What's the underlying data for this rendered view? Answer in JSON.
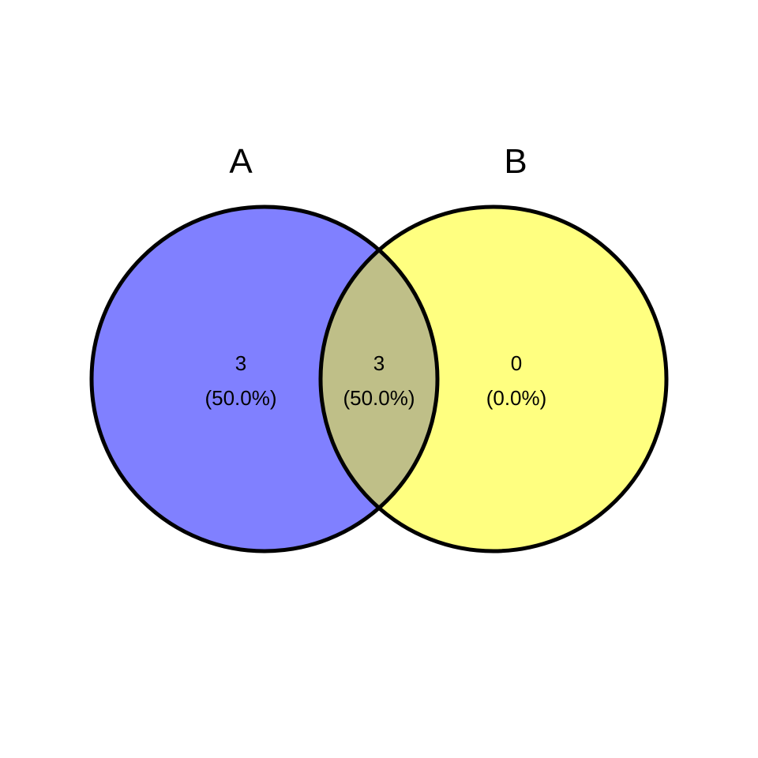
{
  "sets": [
    {
      "label": "A",
      "color": "#8080ff"
    },
    {
      "label": "B",
      "color": "#ffff80"
    }
  ],
  "overlap_color": "#bfbf88",
  "outline_color": "#000000",
  "regions": {
    "a_only": {
      "count": "3",
      "percent": "(50.0%)"
    },
    "both": {
      "count": "3",
      "percent": "(50.0%)"
    },
    "b_only": {
      "count": "0",
      "percent": "(0.0%)"
    }
  }
}
